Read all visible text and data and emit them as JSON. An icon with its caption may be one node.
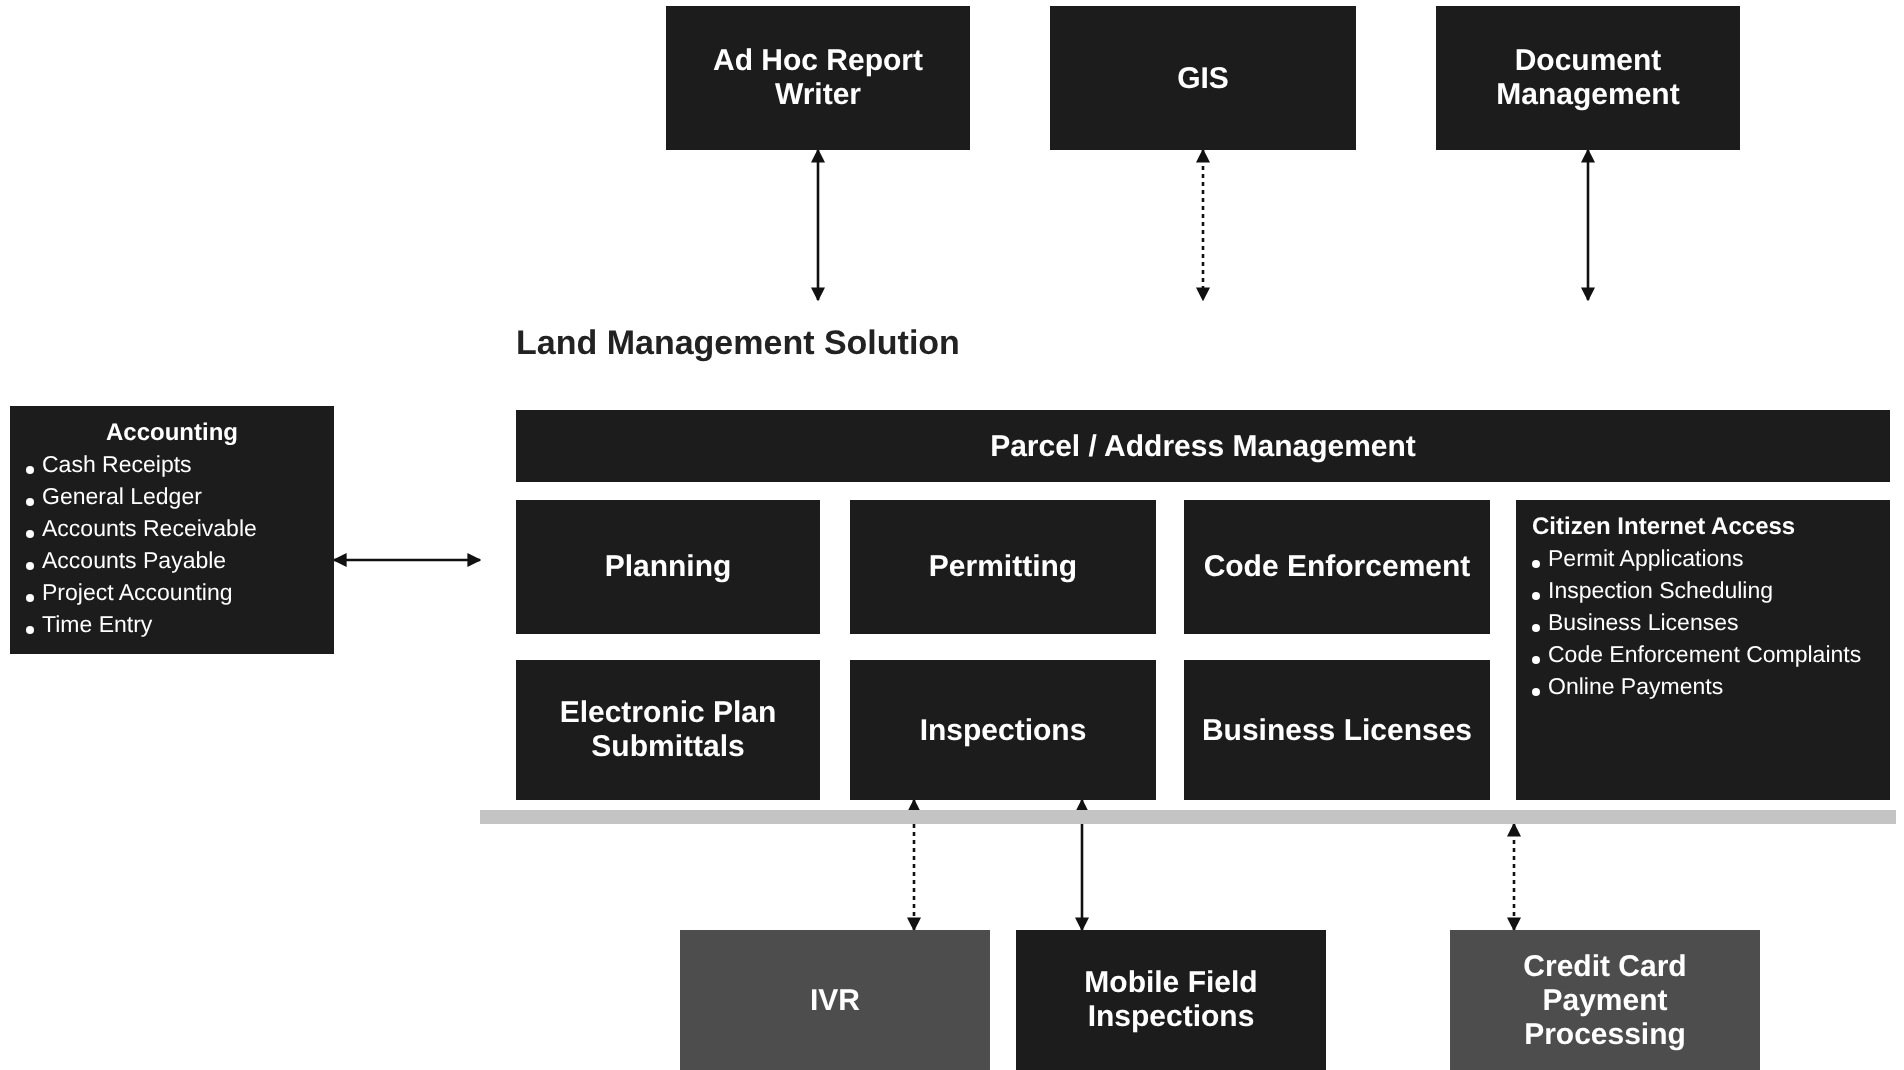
{
  "diagram": {
    "nodes": [
      {
        "text": [
          "Ad Hoc Report Writer"
        ]
      },
      {
        "text": [
          "GIS"
        ]
      },
      {
        "text": [
          "Document Management"
        ]
      },
      {
        "text": [
          "Land Management Solution"
        ]
      },
      {
        "text": [
          "Parcel / Address Management"
        ],
        "in": 3
      },
      {
        "text": [
          "Accounting",
          "Cash Receipts",
          "General Ledger",
          "Accounts Receivable",
          "Accounts Payable",
          "Project Accounting",
          "Time Entry"
        ]
      },
      {
        "text": [
          "Planning"
        ],
        "in": 3
      },
      {
        "text": [
          "Permitting"
        ],
        "in": 3
      },
      {
        "text": [
          "Code Enforcement"
        ],
        "in": 3
      },
      {
        "text": [
          "Citizen Internet Access",
          "Permit Applications",
          "Inspection Scheduling",
          "Business Licenses",
          "Code Enforcement Complaints",
          "Online Payments"
        ],
        "in": 3
      },
      {
        "text": [
          "Electronic Plan Submittals"
        ],
        "in": 3
      },
      {
        "text": [
          "Inspections"
        ],
        "in": 3
      },
      {
        "text": [
          "Business Licenses"
        ],
        "in": 3
      },
      {
        "text": [
          "IVR"
        ]
      },
      {
        "text": [
          "Mobile Field Inspections"
        ]
      },
      {
        "text": [
          "Credit Card Payment Processing"
        ]
      }
    ],
    "edges": [
      {
        "from": 0,
        "to": 3,
        "arrow": "both"
      },
      {
        "from": 1,
        "to": 3,
        "arrow": "both",
        "style": "dashed"
      },
      {
        "from": 2,
        "to": 3,
        "arrow": "both"
      },
      {
        "from": 5,
        "to": 3,
        "arrow": "both"
      },
      {
        "from": 11,
        "to": 13,
        "arrow": "both",
        "style": "dashed"
      },
      {
        "from": 11,
        "to": 14,
        "arrow": "both"
      },
      {
        "from": 3,
        "to": 15,
        "arrow": "both",
        "style": "dashed"
      }
    ]
  }
}
